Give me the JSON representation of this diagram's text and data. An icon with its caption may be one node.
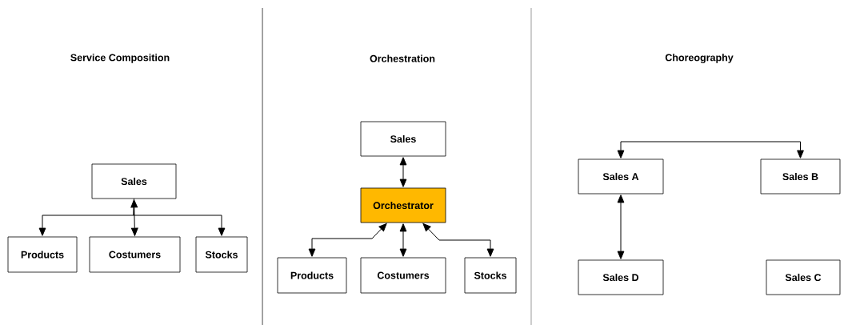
{
  "diagram": {
    "nodes": [
      {
        "text": [
          "Sales"
        ]
      },
      {
        "text": [
          "Products"
        ]
      },
      {
        "text": [
          "Costumers"
        ]
      },
      {
        "text": [
          "Stocks"
        ]
      },
      {
        "text": [
          "Sales"
        ]
      },
      {
        "text": [
          "Orchestrator"
        ]
      },
      {
        "text": [
          "Products"
        ]
      },
      {
        "text": [
          "Costumers"
        ]
      },
      {
        "text": [
          "Stocks"
        ]
      },
      {
        "text": [
          "Sales A"
        ]
      },
      {
        "text": [
          "Sales B"
        ]
      },
      {
        "text": [
          "Sales D"
        ]
      },
      {
        "text": [
          "Sales C"
        ]
      }
    ],
    "edges": [
      {
        "from": 0,
        "to": 1,
        "arrow": "to"
      },
      {
        "from": 0,
        "to": 2,
        "arrow": "both"
      },
      {
        "from": 0,
        "to": 3,
        "arrow": "to"
      },
      {
        "from": 4,
        "to": 5,
        "arrow": "both"
      },
      {
        "from": 5,
        "to": 6,
        "arrow": "both"
      },
      {
        "from": 5,
        "to": 7,
        "arrow": "both"
      },
      {
        "from": 5,
        "to": 8,
        "arrow": "both"
      },
      {
        "from": 9,
        "to": 10,
        "arrow": "both"
      },
      {
        "from": 9,
        "to": 11,
        "arrow": "both"
      }
    ],
    "labels": [
      "Service Composition",
      "Orchestration",
      "Choreography"
    ]
  }
}
